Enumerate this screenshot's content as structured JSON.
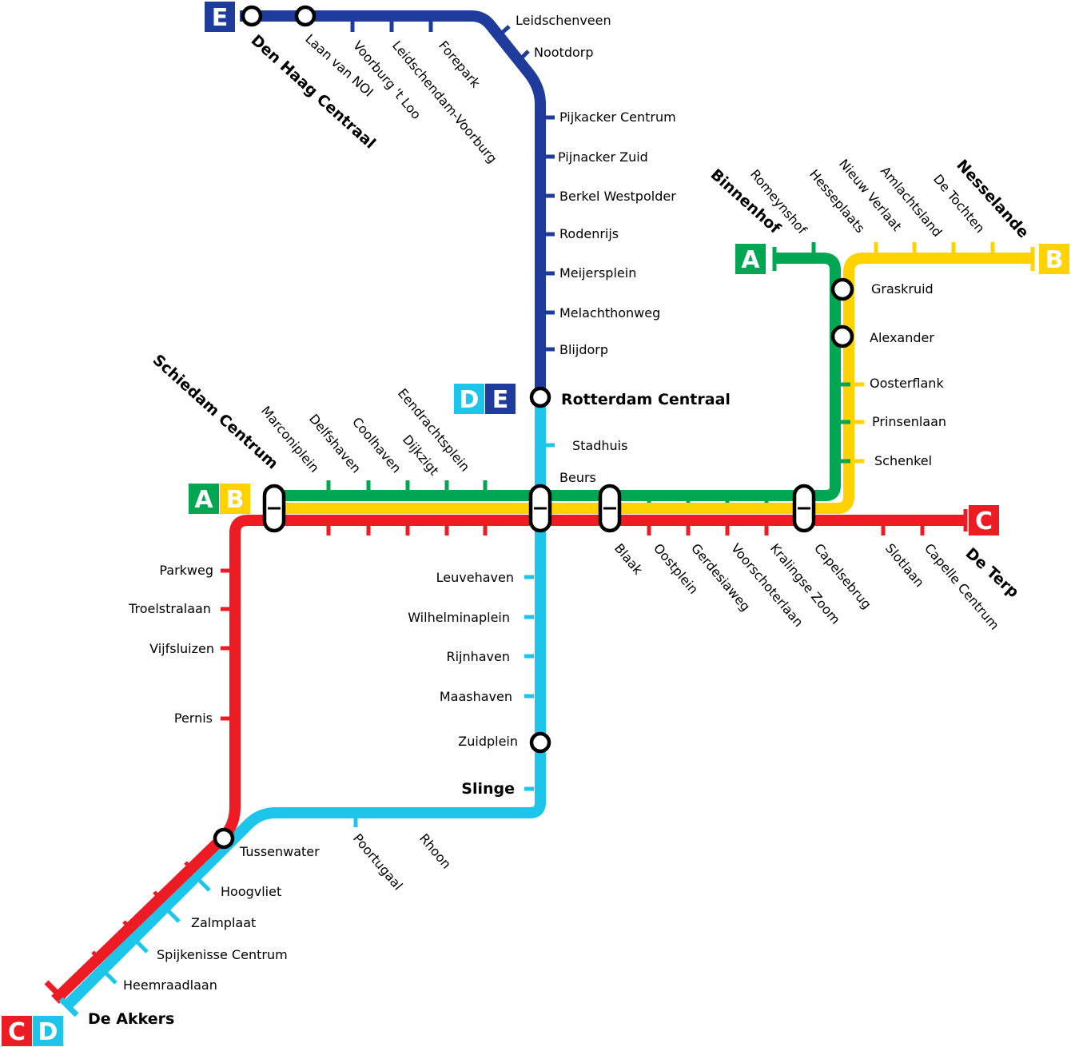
{
  "colors": {
    "line_a": "#00A651",
    "line_b": "#FFD200",
    "line_c": "#ED1C24",
    "line_d": "#1EC5EA",
    "line_e": "#1F3C9D"
  },
  "lines": {
    "a": "A",
    "b": "B",
    "c": "C",
    "d": "D",
    "e": "E"
  },
  "terminals": {
    "den_haag_centraal": "Den Haag Centraal",
    "rotterdam_centraal": "Rotterdam Centraal",
    "schiedam_centrum": "Schiedam Centrum",
    "binnenhof": "Binnenhof",
    "nesselande": "Nesselande",
    "de_terp": "De Terp",
    "slinge": "Slinge",
    "de_akkers": "De Akkers"
  },
  "stations": {
    "laan_van_noi": "Laan van NOI",
    "voorburg_t_loo": "Voorburg 't Loo",
    "leidschendam_voorburg": "Leidschendam-Voorburg",
    "forepark": "Forepark",
    "leidschenveen": "Leidschenveen",
    "nootdorp": "Nootdorp",
    "pijnacker_centrum": "Pijkacker Centrum",
    "pijnacker_zuid": "Pijnacker Zuid",
    "berkel_westpolder": "Berkel Westpolder",
    "rodenrijs": "Rodenrijs",
    "meijersplein": "Meijersplein",
    "melanchthonweg": "Melachthonweg",
    "blijdorp": "Blijdorp",
    "stadhuis": "Stadhuis",
    "beurs": "Beurs",
    "leuvehaven": "Leuvehaven",
    "wilhelminaplein": "Wilhelminaplein",
    "rijnhaven": "Rijnhaven",
    "maashaven": "Maashaven",
    "zuidplein": "Zuidplein",
    "marconiplein": "Marconiplein",
    "delfshaven": "Delfshaven",
    "coolhaven": "Coolhaven",
    "dijkzigt": "Dijkzigt",
    "eendrachtsplein": "Eendrachtsplein",
    "romeynshof": "Romeynshof",
    "hesseplaats": "Hesseplaats",
    "nieuw_verlaat": "Nieuw Verlaat",
    "ambachtsland": "Amlachtsland",
    "de_tochten": "De Tochten",
    "graskruid": "Graskruid",
    "alexander": "Alexander",
    "oosterflank": "Oosterflank",
    "prinsenlaan": "Prinsenlaan",
    "schenkel": "Schenkel",
    "blaak": "Blaak",
    "oostplein": "Oostplein",
    "gerdesiaweg": "Gerdesiaweg",
    "voorschoterlaan": "Voorschoterlaan",
    "kralingse_zoom": "Kralingse Zoom",
    "capelsebrug": "Capelsebrug",
    "slotlaan": "Slotlaan",
    "capelle_centrum": "Capelle Centrum",
    "parkweg": "Parkweg",
    "troelstralaan": "Troelstralaan",
    "vijfsluizen": "Vijfsluizen",
    "pernis": "Pernis",
    "tussenwater": "Tussenwater",
    "poortugaal": "Poortugaal",
    "rhoon": "Rhoon",
    "hoogvliet": "Hoogvliet",
    "zalmplaat": "Zalmplaat",
    "spijkenisse_centrum": "Spijkenisse Centrum",
    "heemraadlaan": "Heemraadlaan"
  }
}
